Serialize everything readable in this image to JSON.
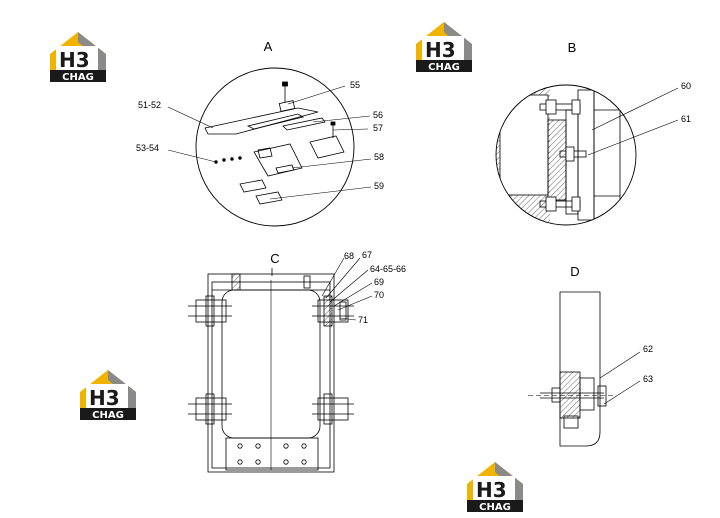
{
  "views": {
    "a": {
      "title": "A",
      "labels": [
        "55",
        "51-52",
        "56",
        "57",
        "53-54",
        "58",
        "59"
      ]
    },
    "b": {
      "title": "B",
      "labels": [
        "60",
        "61"
      ]
    },
    "c": {
      "title": "C",
      "labels": [
        "68",
        "67",
        "64-65-66",
        "69",
        "70",
        "71"
      ]
    },
    "d": {
      "title": "D",
      "labels": [
        "62",
        "63"
      ]
    }
  },
  "logo": {
    "mark": "H3",
    "word": "CHAG",
    "colors": {
      "frame": "#f0b400",
      "shade": "#7a7a7a",
      "plate": "#1a1a1a",
      "text": "#ffffff"
    }
  }
}
